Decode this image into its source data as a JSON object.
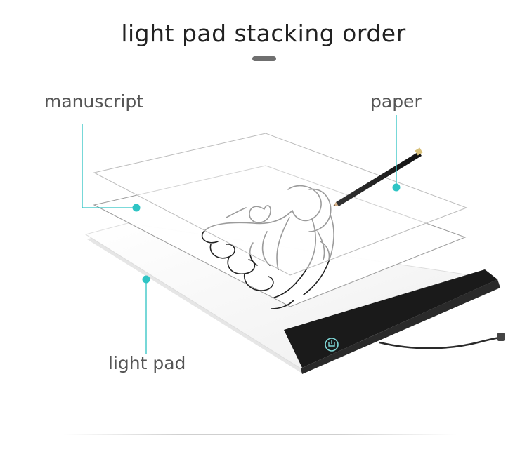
{
  "title": "light pad stacking order",
  "labels": {
    "manuscript": "manuscript",
    "paper": "paper",
    "light_pad": "light pad"
  },
  "colors": {
    "accent": "#2ec4c4",
    "title_text": "#222222",
    "label_text": "#555555",
    "pad_frame": "#1a1a1a",
    "pad_surface": "#f6f6f6"
  },
  "icons": {
    "pencil": "pencil-icon",
    "power_button": "power-button-icon",
    "cable": "usb-cable"
  }
}
